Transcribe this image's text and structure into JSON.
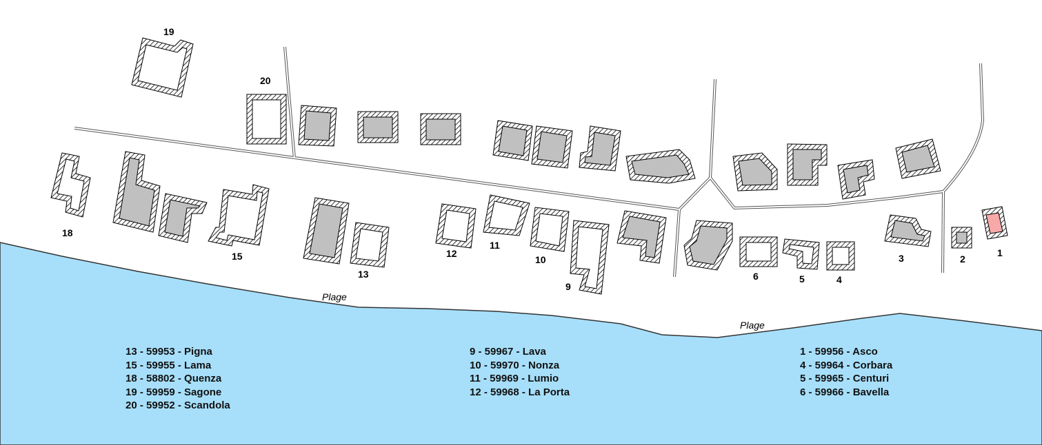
{
  "colors": {
    "sea": "#a7dffa",
    "highlight": "#f7a9a9",
    "filled": "#c0c0c0",
    "hatch": "#000000"
  },
  "beach_labels": [
    "Plage",
    "Plage"
  ],
  "lots": [
    {
      "num": "1",
      "highlighted": true
    },
    {
      "num": "2"
    },
    {
      "num": "3"
    },
    {
      "num": "4"
    },
    {
      "num": "5"
    },
    {
      "num": "6"
    },
    {
      "num": "9"
    },
    {
      "num": "10"
    },
    {
      "num": "11"
    },
    {
      "num": "12"
    },
    {
      "num": "13"
    },
    {
      "num": "15"
    },
    {
      "num": "18"
    },
    {
      "num": "19"
    },
    {
      "num": "20"
    }
  ],
  "legend": {
    "left": [
      "13 - 59953 - Pigna",
      "15 - 59955 - Lama",
      "18 - 58802 - Quenza",
      "19 - 59959 - Sagone",
      "20 - 59952 - Scandola"
    ],
    "middle": [
      "9 - 59967 - Lava",
      "10 - 59970 - Nonza",
      "11 - 59969 - Lumio",
      "12 - 59968 - La Porta"
    ],
    "right": [
      "1 - 59956 - Asco",
      "4 - 59964 - Corbara",
      "5 - 59965 - Centuri",
      "6 - 59966 - Bavella"
    ]
  }
}
